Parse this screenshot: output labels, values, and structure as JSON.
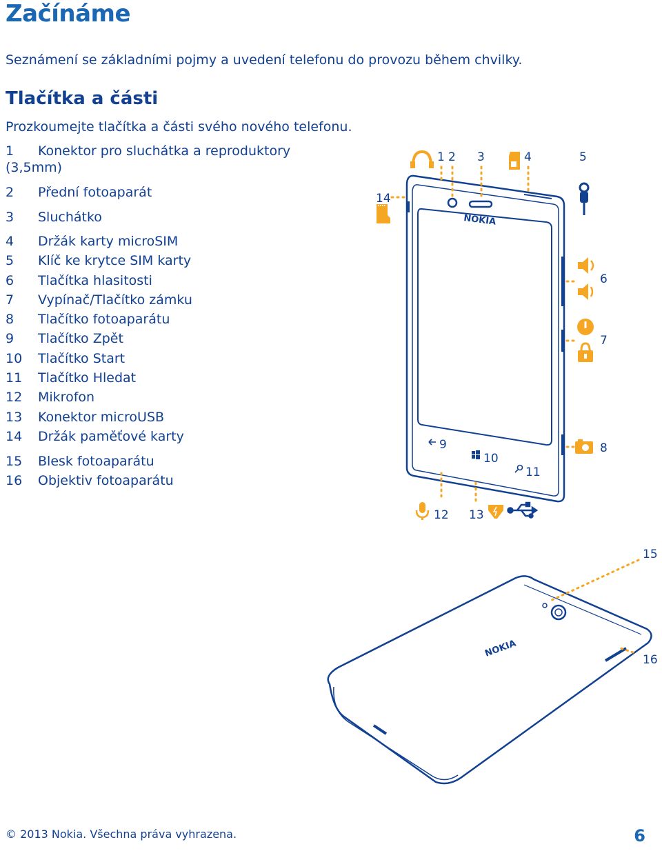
{
  "page": {
    "title": "Začínáme",
    "intro": "Seznámení se základními pojmy a uvedení telefonu do provozu během chvilky.",
    "section_title": "Tlačítka a části",
    "section_subtitle": "Prozkoumejte tlačítka a části svého nového telefonu."
  },
  "parts": [
    {
      "num": "1",
      "label": "Konektor pro sluchátka a reproduktory (3,5mm)"
    },
    {
      "num": "2",
      "label": "Přední fotoaparát"
    },
    {
      "num": "3",
      "label": "Sluchátko"
    },
    {
      "num": "4",
      "label": "Držák karty microSIM"
    },
    {
      "num": "5",
      "label": "Klíč ke krytce SIM karty"
    },
    {
      "num": "6",
      "label": "Tlačítka hlasitosti"
    },
    {
      "num": "7",
      "label": "Vypínač/Tlačítko zámku"
    },
    {
      "num": "8",
      "label": "Tlačítko fotoaparátu"
    },
    {
      "num": "9",
      "label": "Tlačítko Zpět"
    },
    {
      "num": "10",
      "label": "Tlačítko Start"
    },
    {
      "num": "11",
      "label": "Tlačítko Hledat"
    },
    {
      "num": "12",
      "label": "Mikrofon"
    },
    {
      "num": "13",
      "label": "Konektor microUSB"
    },
    {
      "num": "14",
      "label": "Držák paměťové karty"
    },
    {
      "num": "15",
      "label": "Blesk fotoaparátu"
    },
    {
      "num": "16",
      "label": "Objektiv fotoaparátu"
    }
  ],
  "figure": {
    "brand_front": "NOKIA",
    "brand_back": "NOKIA",
    "callouts": [
      "1",
      "2",
      "3",
      "4",
      "5",
      "6",
      "7",
      "8",
      "9",
      "10",
      "11",
      "12",
      "13",
      "14",
      "15",
      "16"
    ]
  },
  "footer": {
    "copyright": "© 2013 Nokia. Všechna práva vyhrazena.",
    "page_number": "6"
  },
  "colors": {
    "heading_blue": "#1a68b3",
    "text_navy": "#124191",
    "accent_orange": "#f5a623"
  }
}
